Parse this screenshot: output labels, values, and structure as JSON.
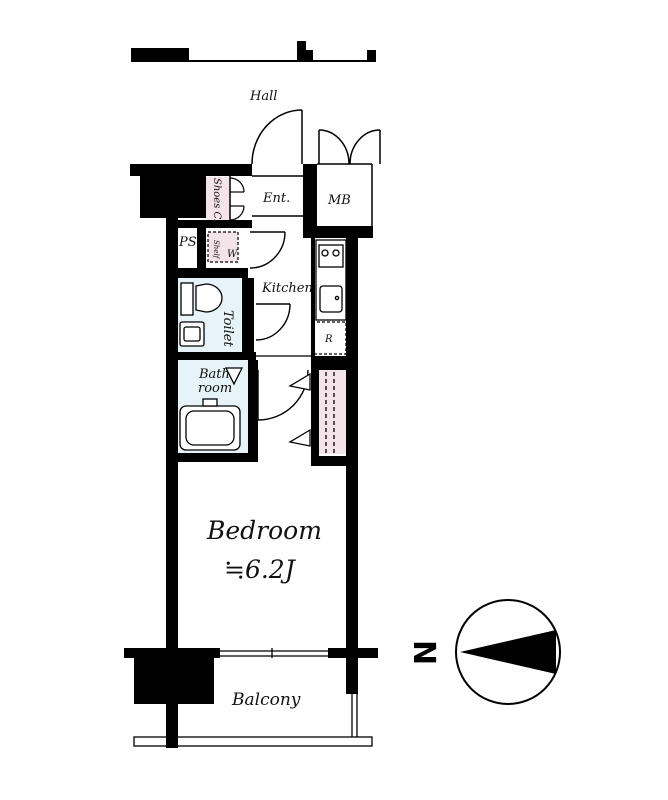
{
  "rooms": {
    "hall": "Hall",
    "entrance": "Ent.",
    "shoes_closet": "Shoes Clo",
    "mb": "MB",
    "ps": "PS",
    "washer": "W",
    "shelf": "Shelf",
    "kitchen": "Kitchen",
    "refrigerator": "R",
    "toilet": "Toilet",
    "bathroom_line1": "Bath",
    "bathroom_line2": "room",
    "bedroom": "Bedroom",
    "bedroom_size": "≒6.2J",
    "balcony": "Balcony"
  },
  "compass": {
    "label": "N",
    "pointing": "left"
  },
  "colors": {
    "wall": "#000000",
    "wet_area": "#e6f4fa",
    "closet_tint": "#f4e4ea"
  }
}
